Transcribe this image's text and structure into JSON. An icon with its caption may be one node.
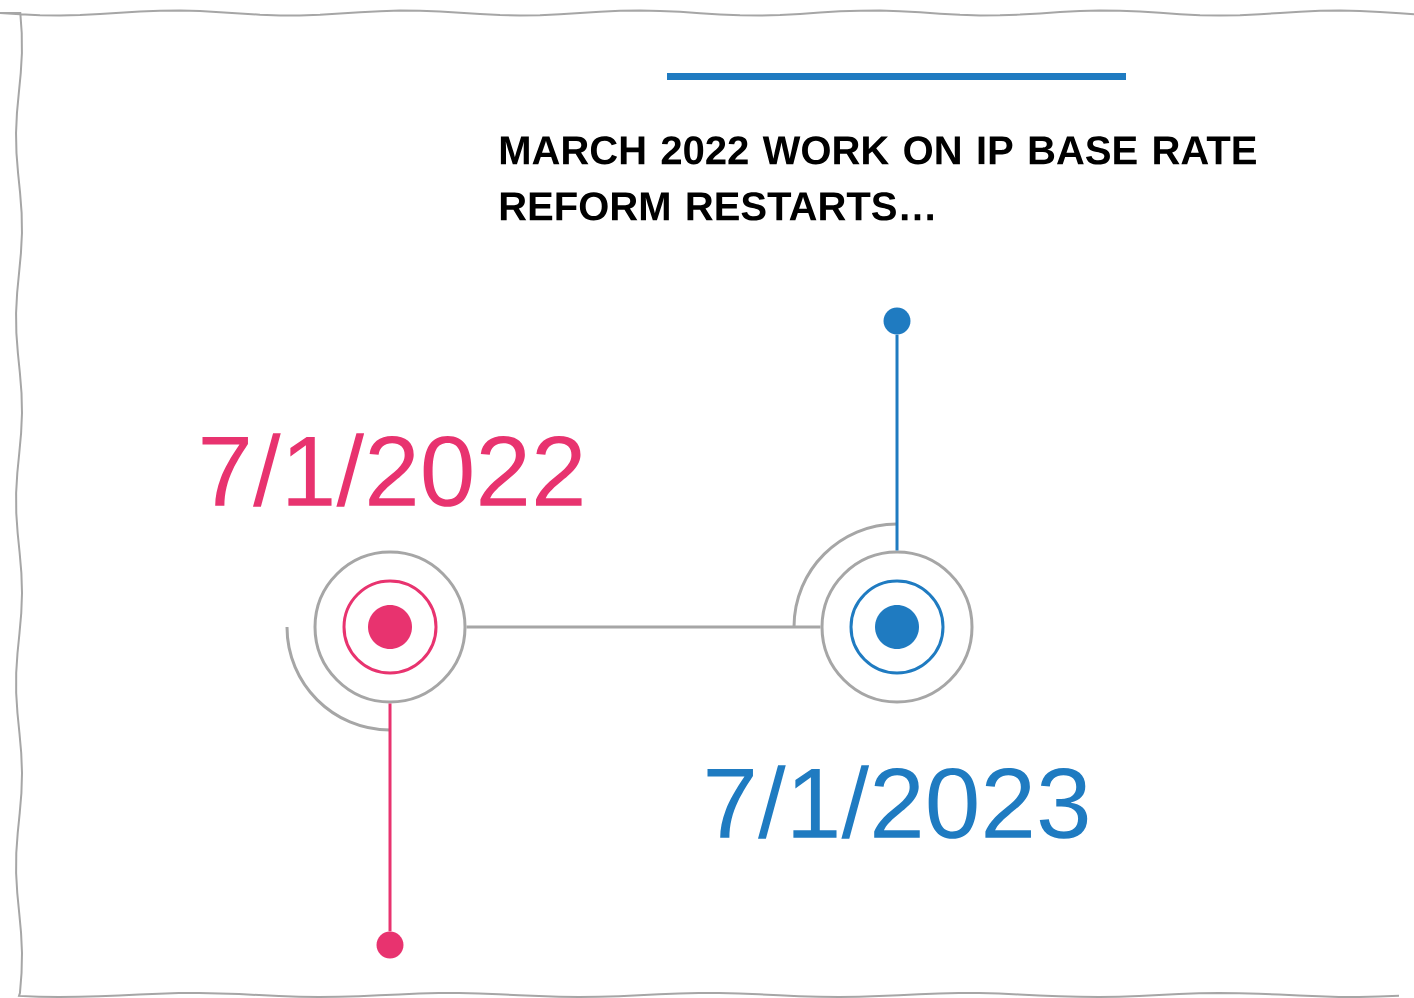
{
  "diagram": {
    "title": "MARCH 2022 WORK ON IP BASE RATE REFORM RESTARTS…",
    "nodes": [
      {
        "text": [],
        "shape": "circle",
        "beside": [
          "7/1/2022"
        ]
      },
      {
        "text": [],
        "shape": "circle",
        "beside": [
          "7/1/2023"
        ]
      },
      {
        "text": [],
        "shape": "circle"
      },
      {
        "text": [],
        "shape": "circle"
      }
    ],
    "edges": [
      {
        "from": 0,
        "to": 1,
        "arrow": "none",
        "color": "#a6a6a6"
      },
      {
        "from": 1,
        "to": 2,
        "arrow": "none",
        "color": "#1f7bc1"
      },
      {
        "from": 0,
        "to": 3,
        "arrow": "none",
        "color": "#e8336f"
      }
    ]
  }
}
